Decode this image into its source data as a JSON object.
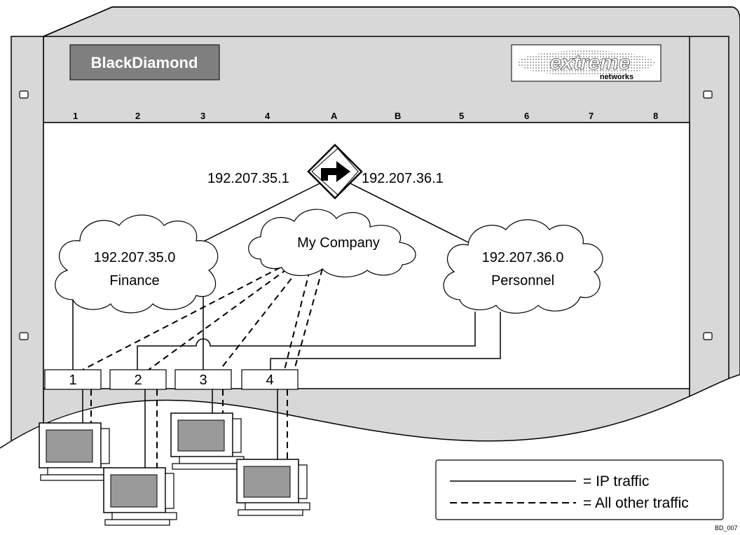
{
  "brand": {
    "logo_left": "BlackDiamond",
    "logo_right_main": "extreme",
    "logo_right_sub": "networks"
  },
  "slots": [
    "1",
    "2",
    "3",
    "4",
    "A",
    "B",
    "5",
    "6",
    "7",
    "8"
  ],
  "router": {
    "left_ip": "192.207.35.1",
    "right_ip": "192.207.36.1",
    "icon": "router-arrow-icon"
  },
  "clouds": {
    "company": {
      "name": "My Company"
    },
    "finance": {
      "network": "192.207.35.0",
      "name": "Finance"
    },
    "personnel": {
      "network": "192.207.36.0",
      "name": "Personnel"
    }
  },
  "ports": [
    "1",
    "2",
    "3",
    "4"
  ],
  "legend": {
    "ip_traffic": "= IP traffic",
    "other_traffic": "= All other traffic"
  },
  "figure_id": "BD_007",
  "colors": {
    "chassis": "#d8d8d8",
    "monitor_screen": "#9a9a9a",
    "logo_box": "#7f7f7f"
  }
}
